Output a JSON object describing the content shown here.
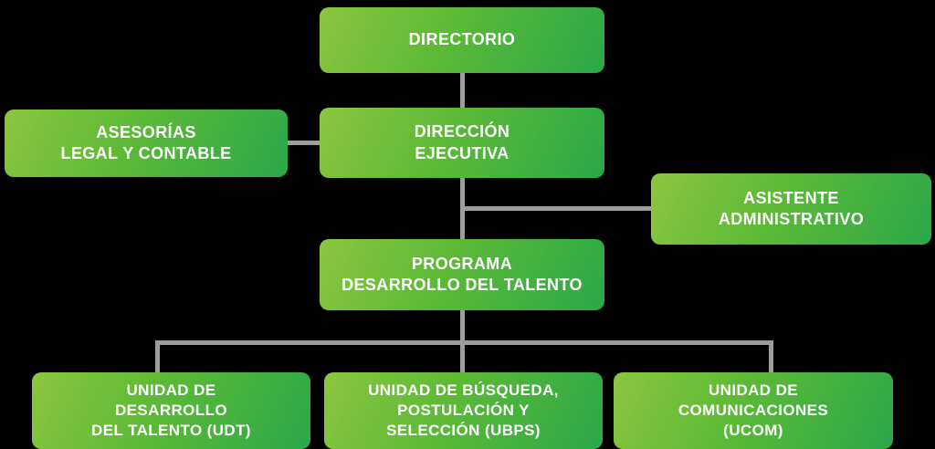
{
  "diagram": {
    "type": "org-chart",
    "colors": {
      "background": "#000000",
      "box_gradient_start": "#8CC63F",
      "box_gradient_end": "#2BA84A",
      "connector": "#9D9D9C",
      "text": "#FFFFFF"
    },
    "nodes": {
      "directorio": {
        "label": "DIRECTORIO"
      },
      "asesorias": {
        "label": "ASESORÍAS\nLEGAL Y CONTABLE"
      },
      "direccion": {
        "label": "DIRECCIÓN\nEJECUTIVA"
      },
      "asistente": {
        "label": "ASISTENTE\nADMINISTRATIVO"
      },
      "programa": {
        "label": "PROGRAMA\nDESARROLLO DEL TALENTO"
      },
      "udt": {
        "label": "UNIDAD DE\nDESARROLLO\nDEL TALENTO (UDT)"
      },
      "ubps": {
        "label": "UNIDAD DE BÚSQUEDA,\nPOSTULACIÓN Y\nSELECCIÓN (UBPS)"
      },
      "ucom": {
        "label": "UNIDAD DE\nCOMUNICACIONES\n(UCOM)"
      }
    },
    "edges": [
      {
        "from": "directorio",
        "to": "direccion"
      },
      {
        "from": "asesorias",
        "to": "direccion"
      },
      {
        "from": "direccion",
        "to": "asistente"
      },
      {
        "from": "direccion",
        "to": "programa"
      },
      {
        "from": "programa",
        "to": "udt"
      },
      {
        "from": "programa",
        "to": "ubps"
      },
      {
        "from": "programa",
        "to": "ucom"
      }
    ]
  }
}
